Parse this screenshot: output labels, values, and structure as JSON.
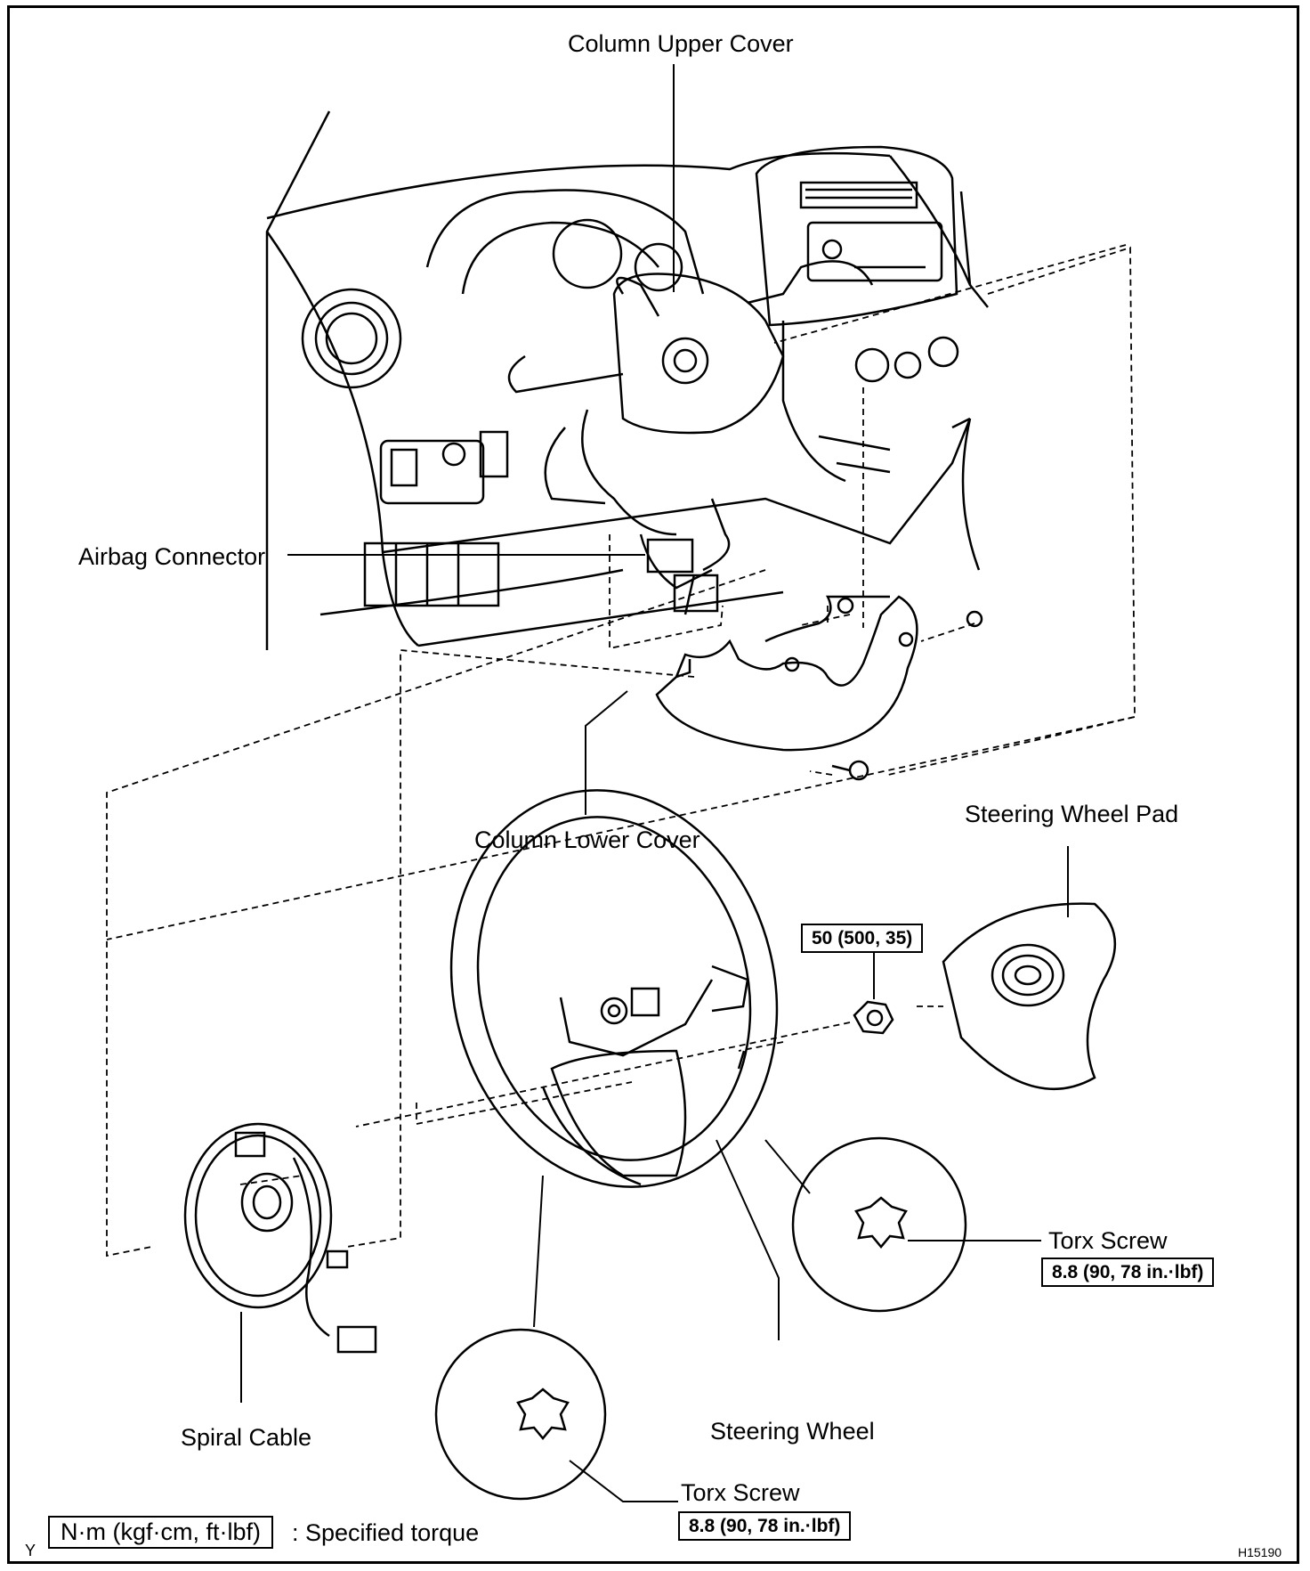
{
  "labels": {
    "column_upper_cover": "Column Upper Cover",
    "airbag_connector": "Airbag Connector",
    "column_lower_cover": "Column Lower Cover",
    "steering_wheel_pad": "Steering Wheel Pad",
    "spiral_cable": "Spiral Cable",
    "steering_wheel": "Steering Wheel",
    "torx_screw_right": "Torx Screw",
    "torx_screw_bottom": "Torx Screw"
  },
  "torque": {
    "nut": "50 (500, 35)",
    "torx_right": "8.8 (90, 78 in.·lbf)",
    "torx_bottom": "8.8 (90, 78 in.·lbf)"
  },
  "legend": {
    "unit_box": "N·m (kgf·cm, ft·lbf)",
    "text": ": Specified torque",
    "corner_mark": "Y"
  },
  "figure_id": "H15190"
}
